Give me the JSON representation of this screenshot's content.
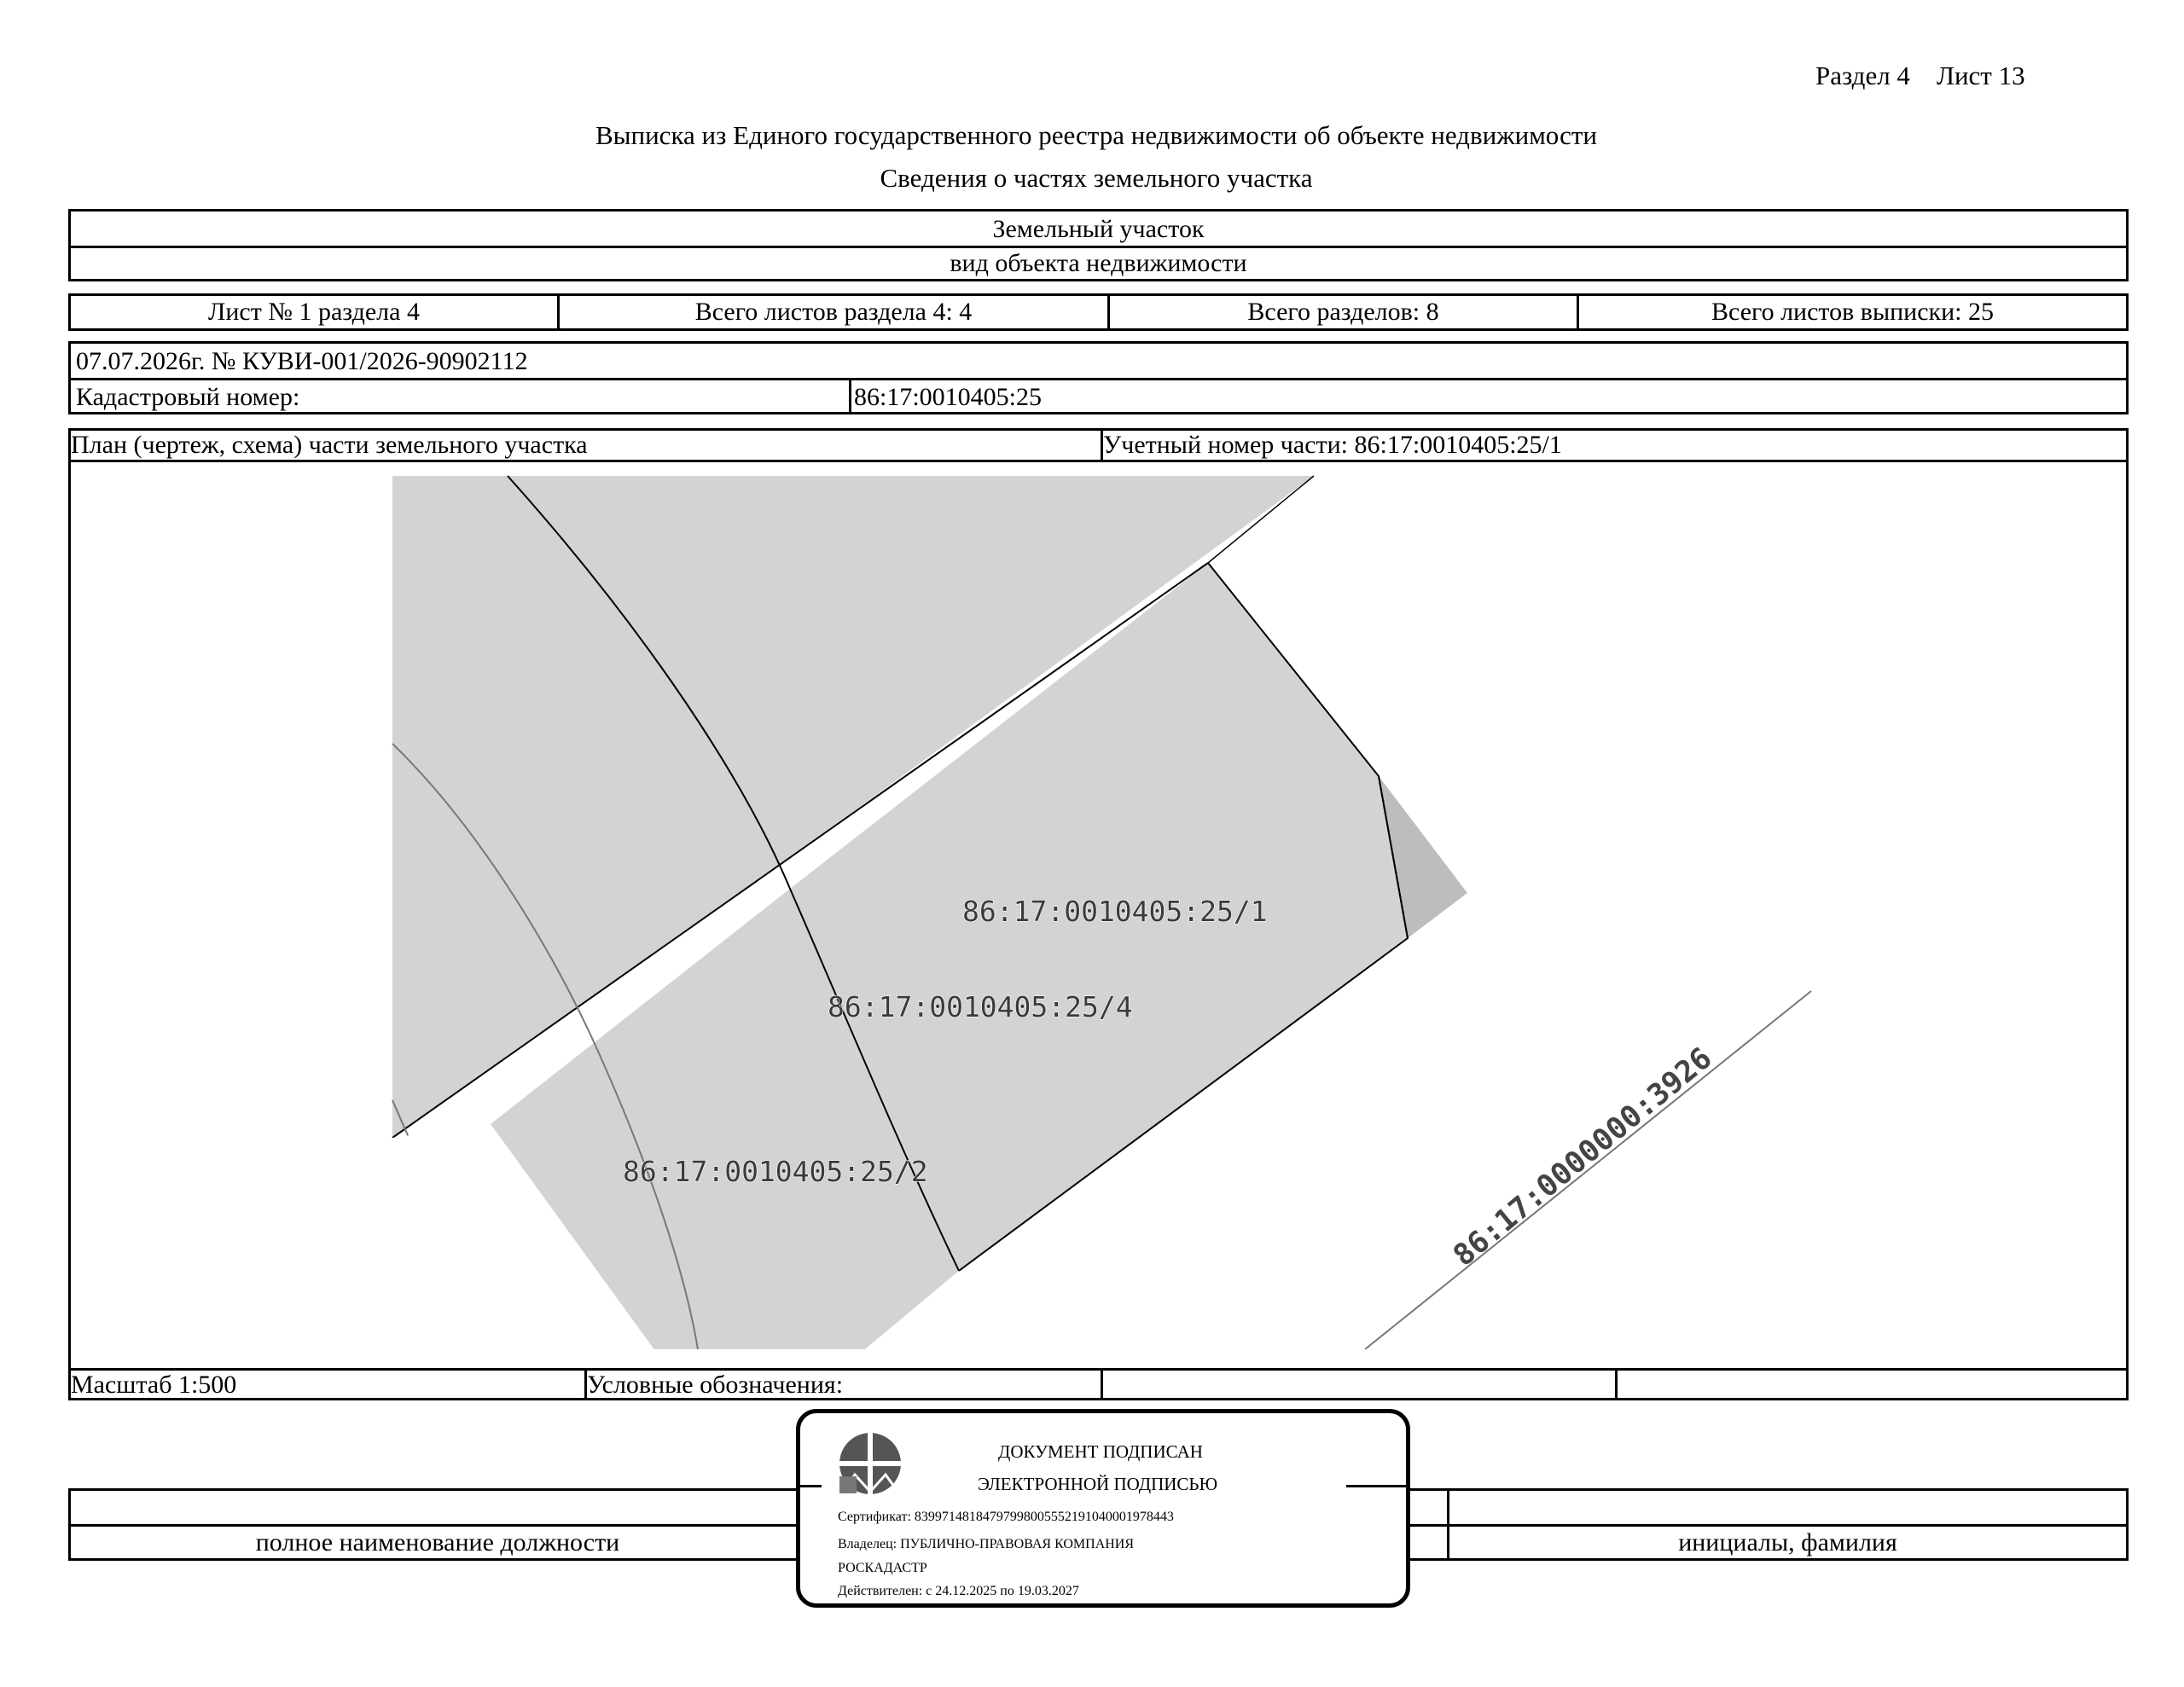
{
  "page_header": {
    "section": "Раздел 4",
    "sheet": "Лист 13"
  },
  "title": "Выписка из Единого государственного реестра недвижимости об объекте недвижимости",
  "subtitle": "Сведения о частях земельного участка",
  "object_box": {
    "object_name": "Земельный участок",
    "object_type_caption": "вид объекта недвижимости"
  },
  "sheet_info": {
    "sheet_of_section": "Лист № 1 раздела 4",
    "total_sheets_section": "Всего листов раздела 4: 4",
    "total_sections": "Всего разделов: 8",
    "total_sheets_extract": "Всего листов выписки: 25"
  },
  "record": {
    "date_number": "07.07.2026г. № КУВИ-001/2026-90902112",
    "cadastral_label": "Кадастровый номер:",
    "cadastral_value": "86:17:0010405:25"
  },
  "plan": {
    "title": "План (чертеж, схема) части земельного участка",
    "part_number": "Учетный номер части: 86:17:0010405:25/1",
    "labels": {
      "part1": "86:17:0010405:25/1",
      "part4": "86:17:0010405:25/4",
      "part2": "86:17:0010405:25/2",
      "parcel": "86:17:0000000:3926"
    },
    "colors": {
      "fill": "#d3d3d3",
      "fill_dark": "#bdbdbd",
      "line": "#000000"
    }
  },
  "legend_row": {
    "scale": "Масштаб 1:500",
    "legend": "Условные обозначения:"
  },
  "signature": {
    "position_caption": "полное наименование должности",
    "name_caption": "инициалы, фамилия"
  },
  "stamp": {
    "line1": "ДОКУМЕНТ ПОДПИСАН",
    "line2": "ЭЛЕКТРОННОЙ ПОДПИСЬЮ",
    "certificate": "Сертификат: 83997148184797998005552191040001978443",
    "owner": "Владелец: ПУБЛИЧНО-ПРАВОВАЯ КОМПАНИЯ",
    "owner2": "РОСКАДАСТР",
    "valid": "Действителен: с 24.12.2025 по 19.03.2027",
    "icon": "rosreestr-emblem-icon"
  }
}
